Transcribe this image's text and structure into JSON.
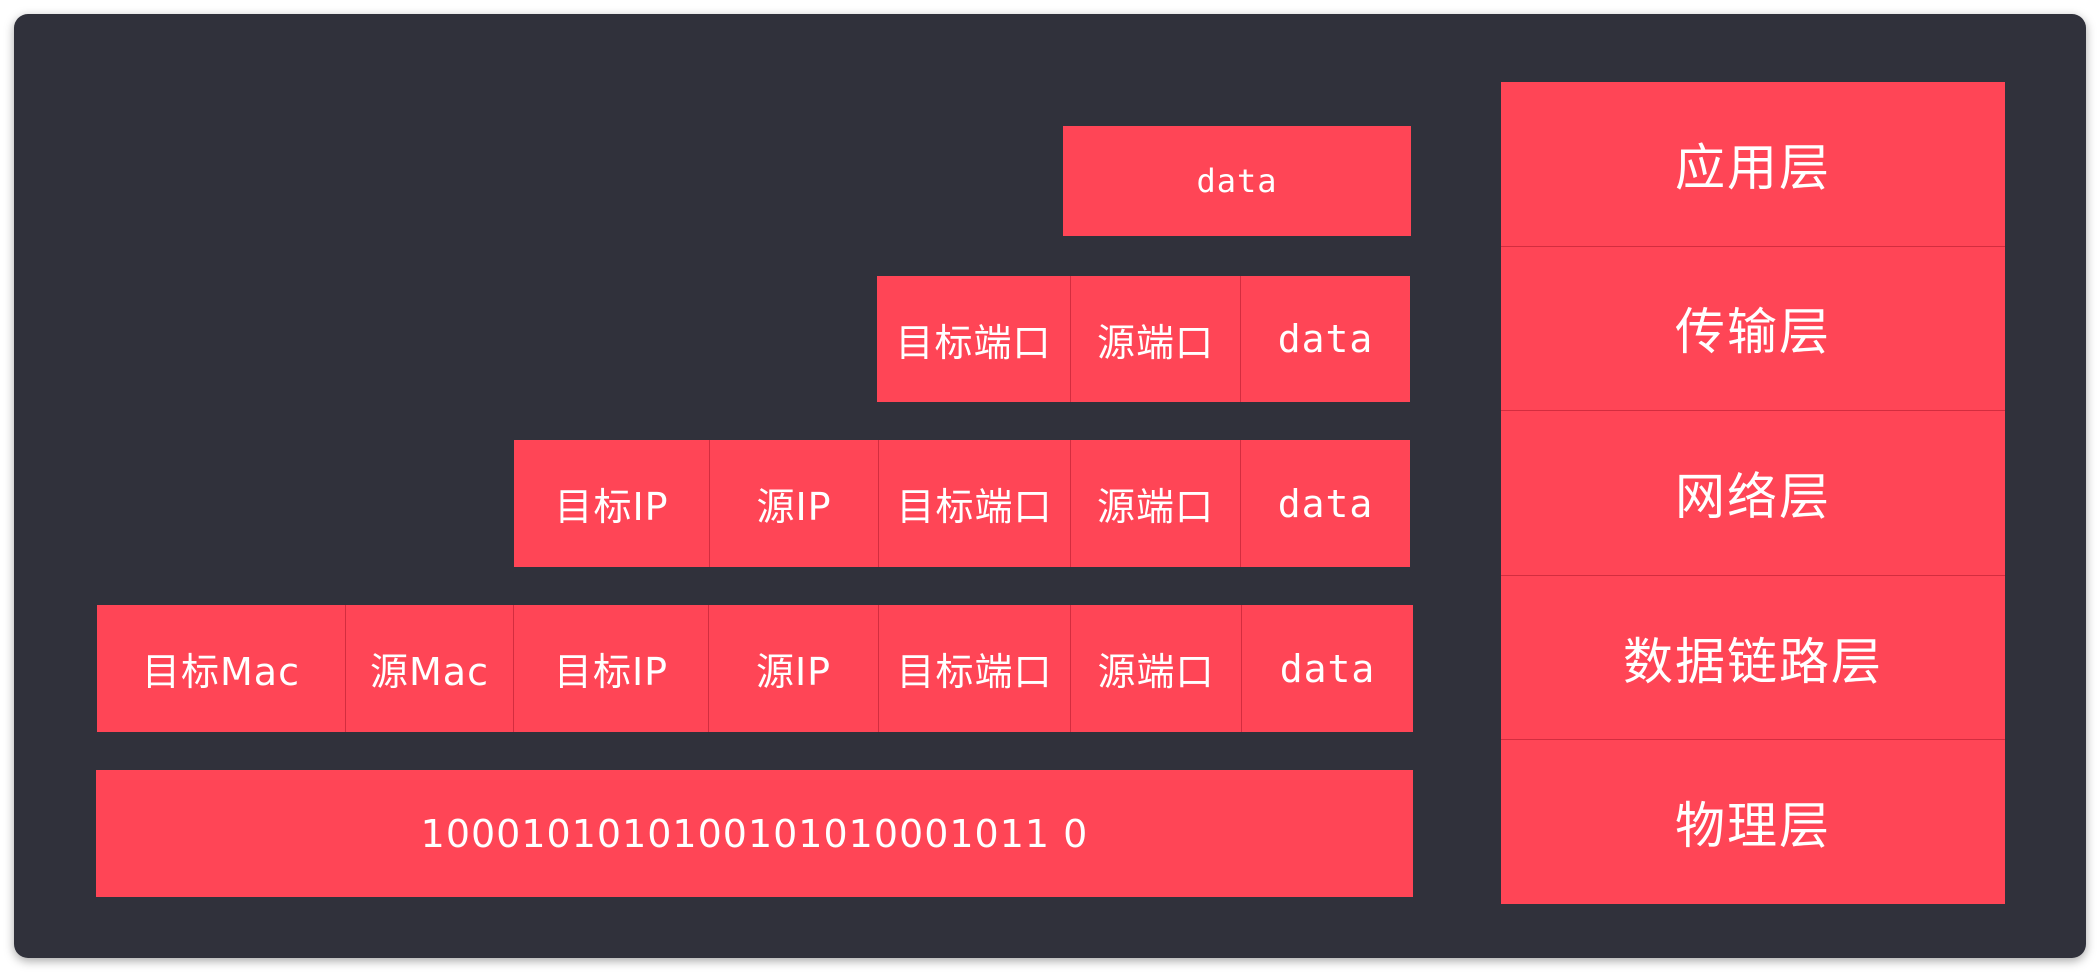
{
  "app_rows": {
    "row1": [
      "data"
    ],
    "row2": [
      "目标端口",
      "源端口",
      "data"
    ],
    "row3": [
      "目标IP",
      "源IP",
      "目标端口",
      "源端口",
      "data"
    ],
    "row4": [
      "目标Mac",
      "源Mac",
      "目标IP",
      "源IP",
      "目标端口",
      "源端口",
      "data"
    ],
    "row5_bits": "1000101010100101010001011 0"
  },
  "layers": [
    "应用层",
    "传输层",
    "网络层",
    "数据链路层",
    "物理层"
  ],
  "colors": {
    "background": "#30313b",
    "block": "#ff4556",
    "text": "#ffffff"
  }
}
